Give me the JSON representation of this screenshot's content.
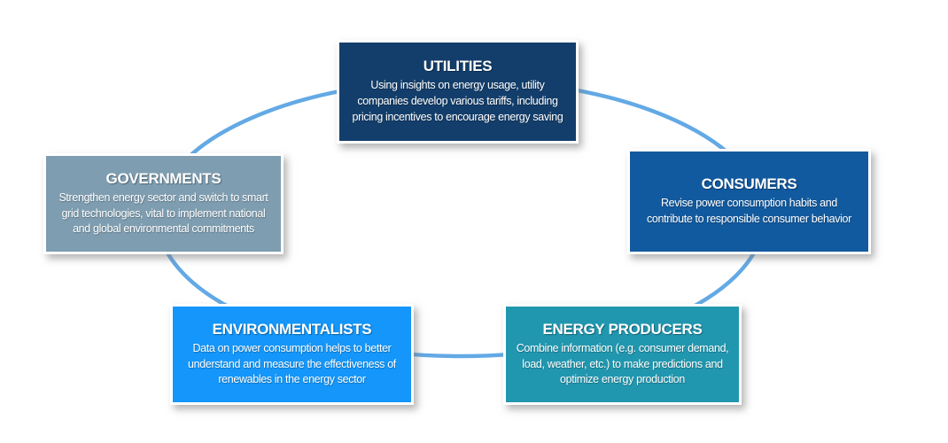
{
  "diagram": {
    "type": "cycle",
    "background": "#ffffff",
    "ellipse_color": "#63A9E5",
    "nodes": [
      {
        "id": "utilities",
        "title": "UTILITIES",
        "description": "Using insights on energy usage, utility companies develop various tariffs, including pricing incentives to encourage energy saving",
        "color": "#133E6B"
      },
      {
        "id": "consumers",
        "title": "CONSUMERS",
        "description": "Revise power consumption habits and contribute to responsible consumer behavior",
        "color": "#125A9F"
      },
      {
        "id": "energy-producers",
        "title": "ENERGY PRODUCERS",
        "description": "Combine information (e.g. consumer demand, load, weather, etc.) to make predictions and optimize energy production",
        "color": "#2197AF"
      },
      {
        "id": "environmentalists",
        "title": "ENVIRONMENTALISTS",
        "description": "Data on power consumption helps to better understand and measure the effectiveness of renewables in the energy sector",
        "color": "#1496FA"
      },
      {
        "id": "governments",
        "title": "GOVERNMENTS",
        "description": "Strengthen energy sector and switch to smart grid technologies, vital to implement national and global environmental commitments",
        "color": "#7E9DB0"
      }
    ]
  }
}
